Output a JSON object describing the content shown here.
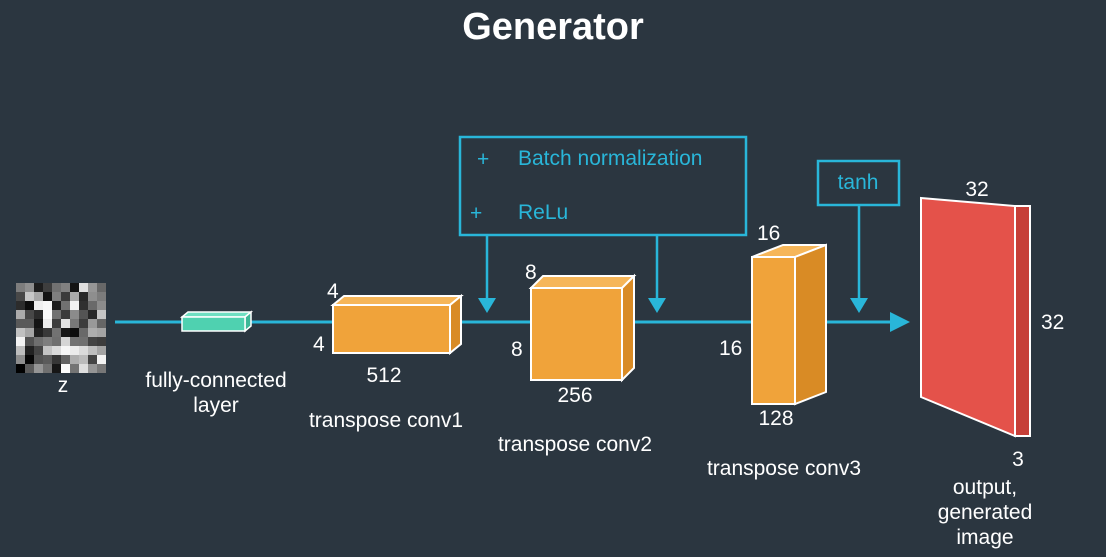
{
  "title": "Generator",
  "colors": {
    "background": "#2b3640",
    "accent": "#29b6d9",
    "conv_block": "#f0a33a",
    "output_block": "#e4524a",
    "fc_block": "#4fd1b0"
  },
  "input": {
    "label": "z"
  },
  "fully_connected": {
    "label": "fully-connected\nlayer"
  },
  "conv1": {
    "label": "transpose conv1",
    "height": "4",
    "width": "4",
    "depth": "512"
  },
  "conv2": {
    "label": "transpose conv2",
    "height": "8",
    "width": "8",
    "depth": "256"
  },
  "conv3": {
    "label": "transpose conv3",
    "height": "16",
    "width": "16",
    "depth": "128"
  },
  "output": {
    "label": "output,\ngenerated image",
    "height": "32",
    "width": "32",
    "depth": "3"
  },
  "batchnorm_box": {
    "plus": "+",
    "line1": "Batch normalization",
    "line2": "ReLu"
  },
  "tanh_box": {
    "label": "tanh"
  }
}
